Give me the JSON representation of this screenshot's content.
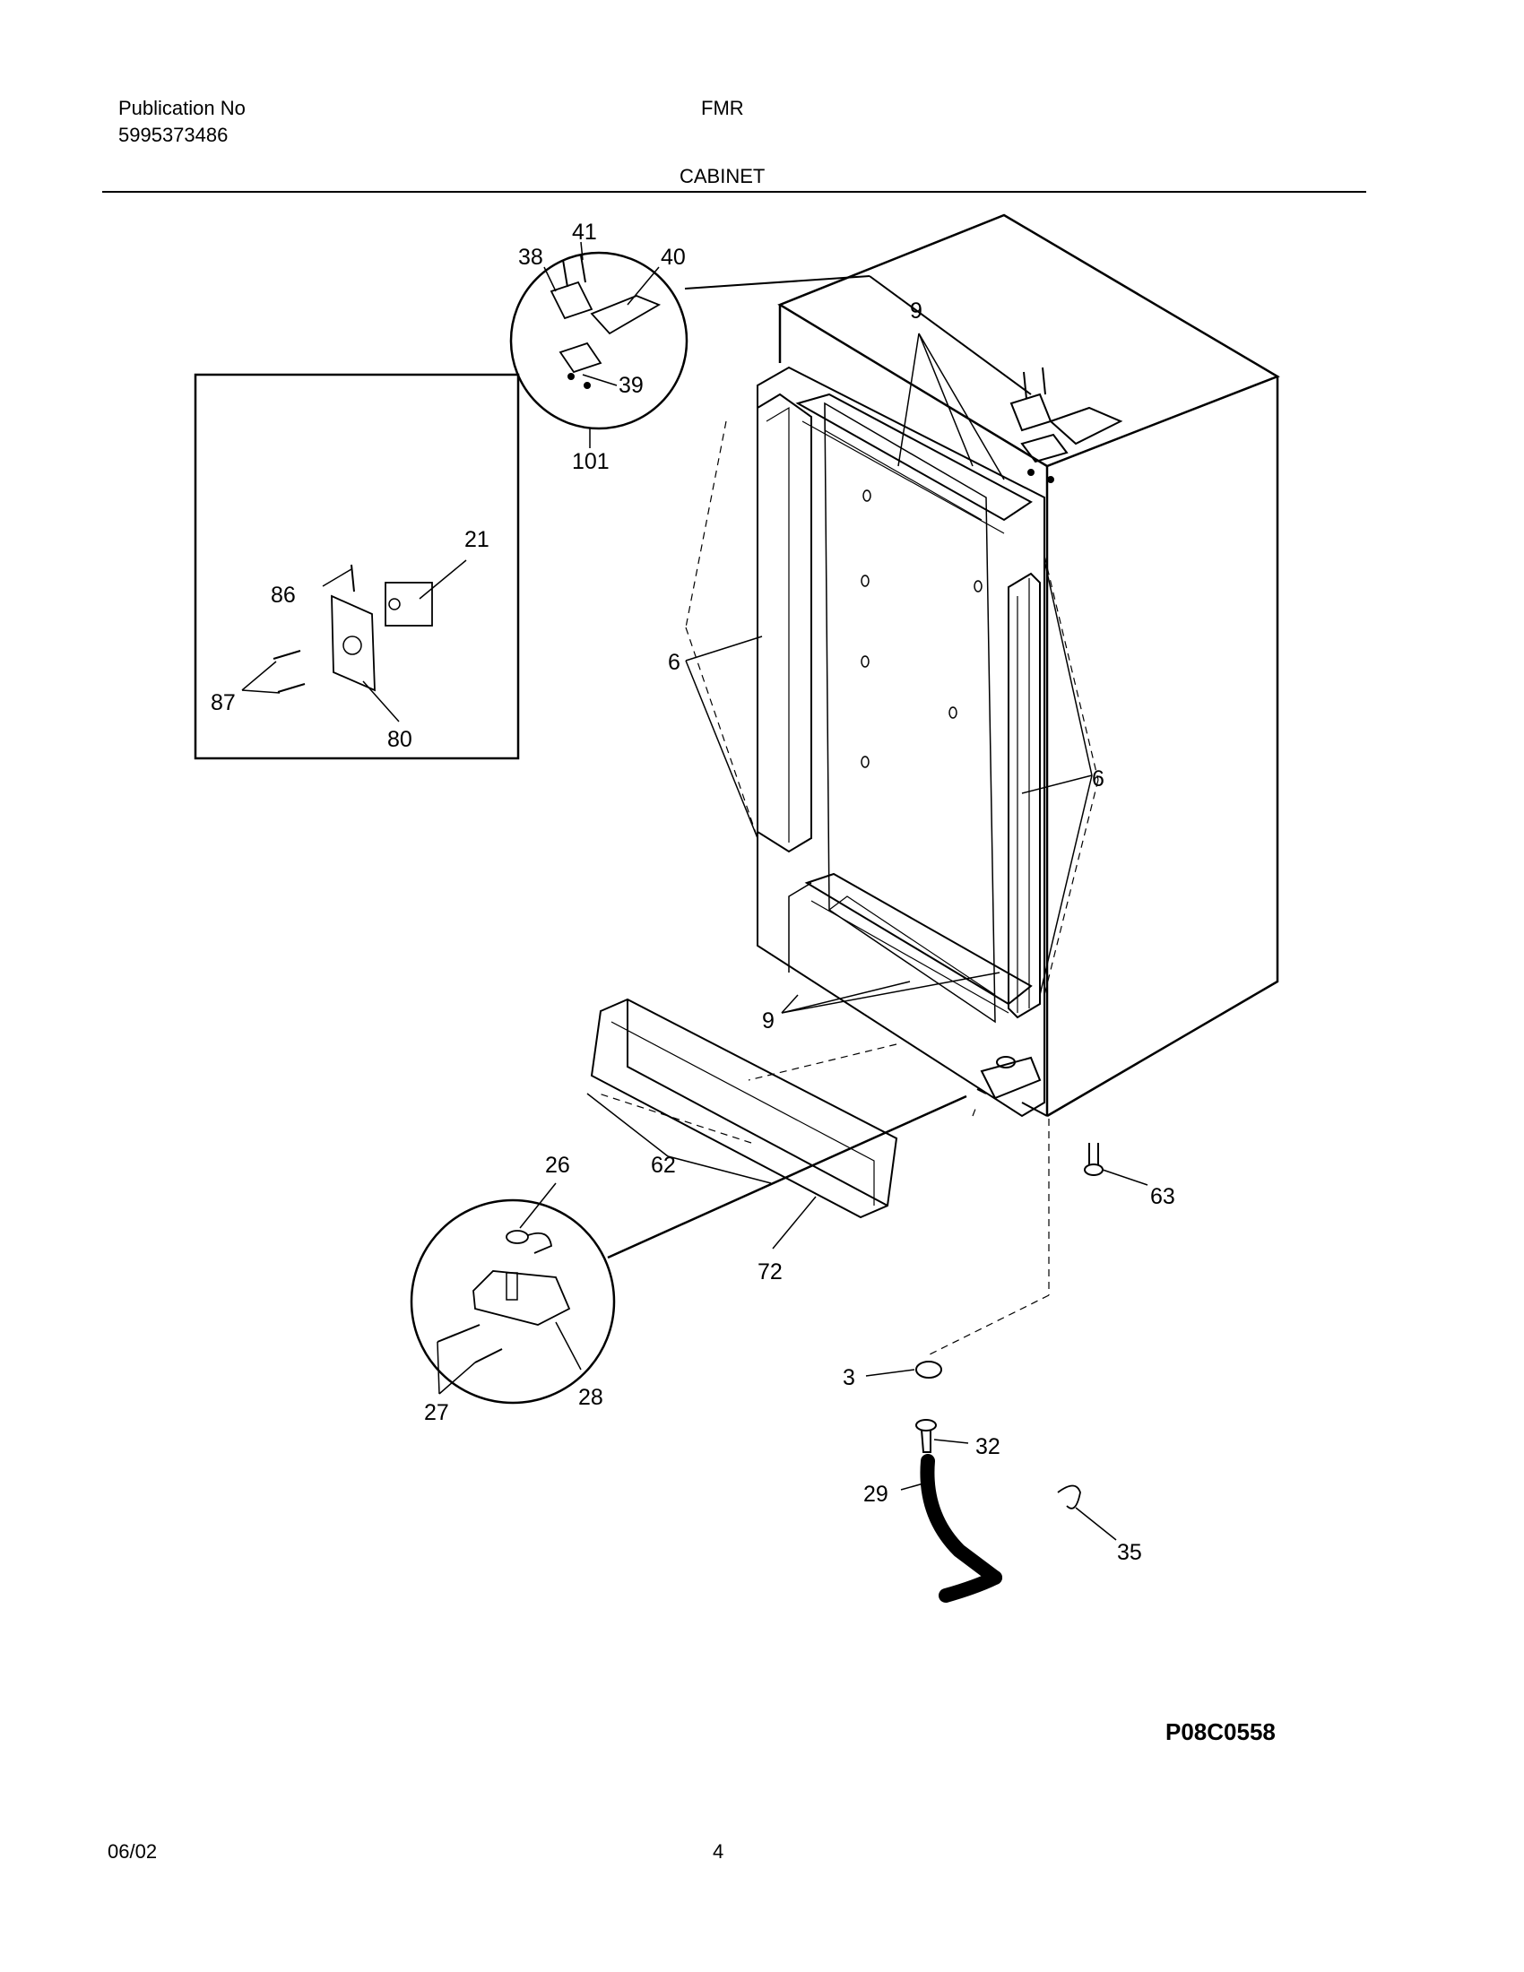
{
  "header": {
    "publication_label": "Publication No",
    "publication_number": "5995373486",
    "model": "FMR",
    "section_title": "CABINET"
  },
  "callouts": {
    "c41": "41",
    "c38": "38",
    "c40": "40",
    "c39": "39",
    "c101": "101",
    "c9a": "9",
    "c21": "21",
    "c86": "86",
    "c87": "87",
    "c80": "80",
    "c6a": "6",
    "c6b": "6",
    "c9b": "9",
    "c26": "26",
    "c62": "62",
    "c72": "72",
    "c27": "27",
    "c28": "28",
    "c63": "63",
    "c3": "3",
    "c32": "32",
    "c29": "29",
    "c35": "35"
  },
  "drawing_code": "P08C0558",
  "footer": {
    "date": "06/02",
    "page": "4"
  }
}
